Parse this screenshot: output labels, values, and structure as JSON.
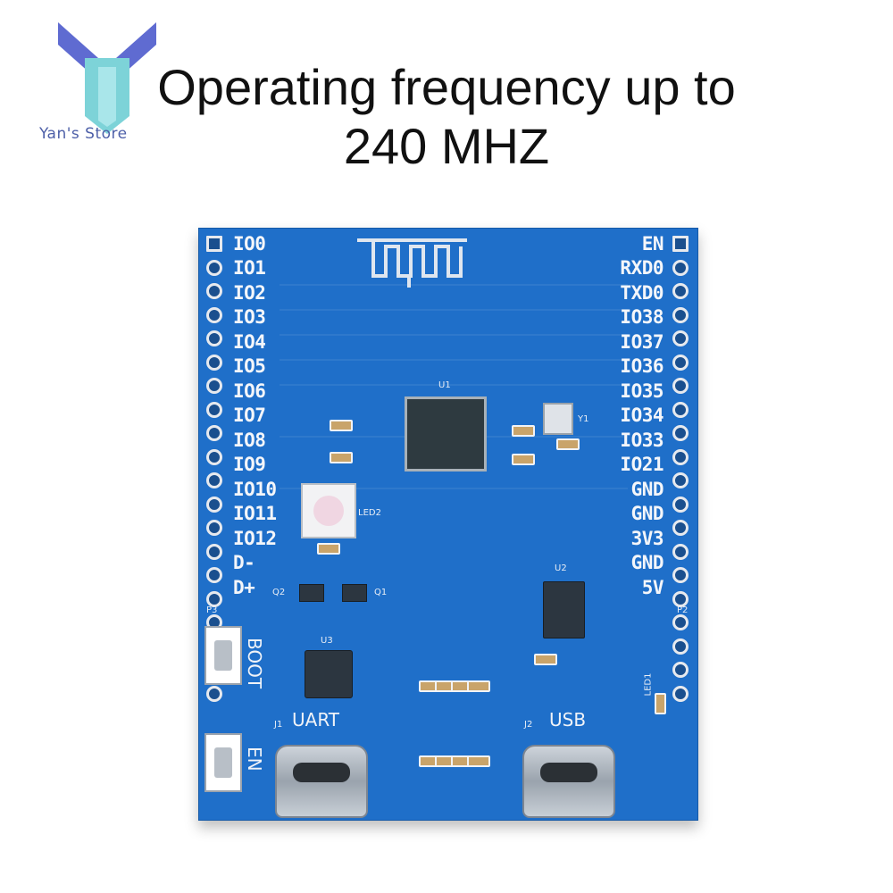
{
  "brand": {
    "store_name": "Yan's Store",
    "logo_colors": [
      "#7dd3d8",
      "#5f6bd1"
    ]
  },
  "headline": {
    "line1": "Operating frequency up to",
    "line2": "240 MHZ"
  },
  "board": {
    "left_pins": [
      "IO0",
      "IO1",
      "IO2",
      "IO3",
      "IO4",
      "IO5",
      "IO6",
      "IO7",
      "IO8",
      "IO9",
      "IO10",
      "IO11",
      "IO12",
      "D-",
      "D+"
    ],
    "right_pins": [
      "EN",
      "RXD0",
      "TXD0",
      "IO38",
      "IO37",
      "IO36",
      "IO35",
      "IO34",
      "IO33",
      "IO21",
      "GND",
      "GND",
      "3V3",
      "GND",
      "5V"
    ],
    "connectors": {
      "uart": "UART",
      "usb": "USB",
      "j1": "J1",
      "j2": "J2",
      "p2": "P2",
      "p3": "P3"
    },
    "buttons": {
      "boot": "BOOT",
      "en": "EN"
    },
    "parts": {
      "u1": "U1",
      "u2": "U2",
      "u3": "U3",
      "y1": "Y1",
      "led2": "LED2",
      "led1": "LED1",
      "q1": "Q1",
      "q2": "Q2"
    },
    "board_color": "#1f6fc9"
  }
}
